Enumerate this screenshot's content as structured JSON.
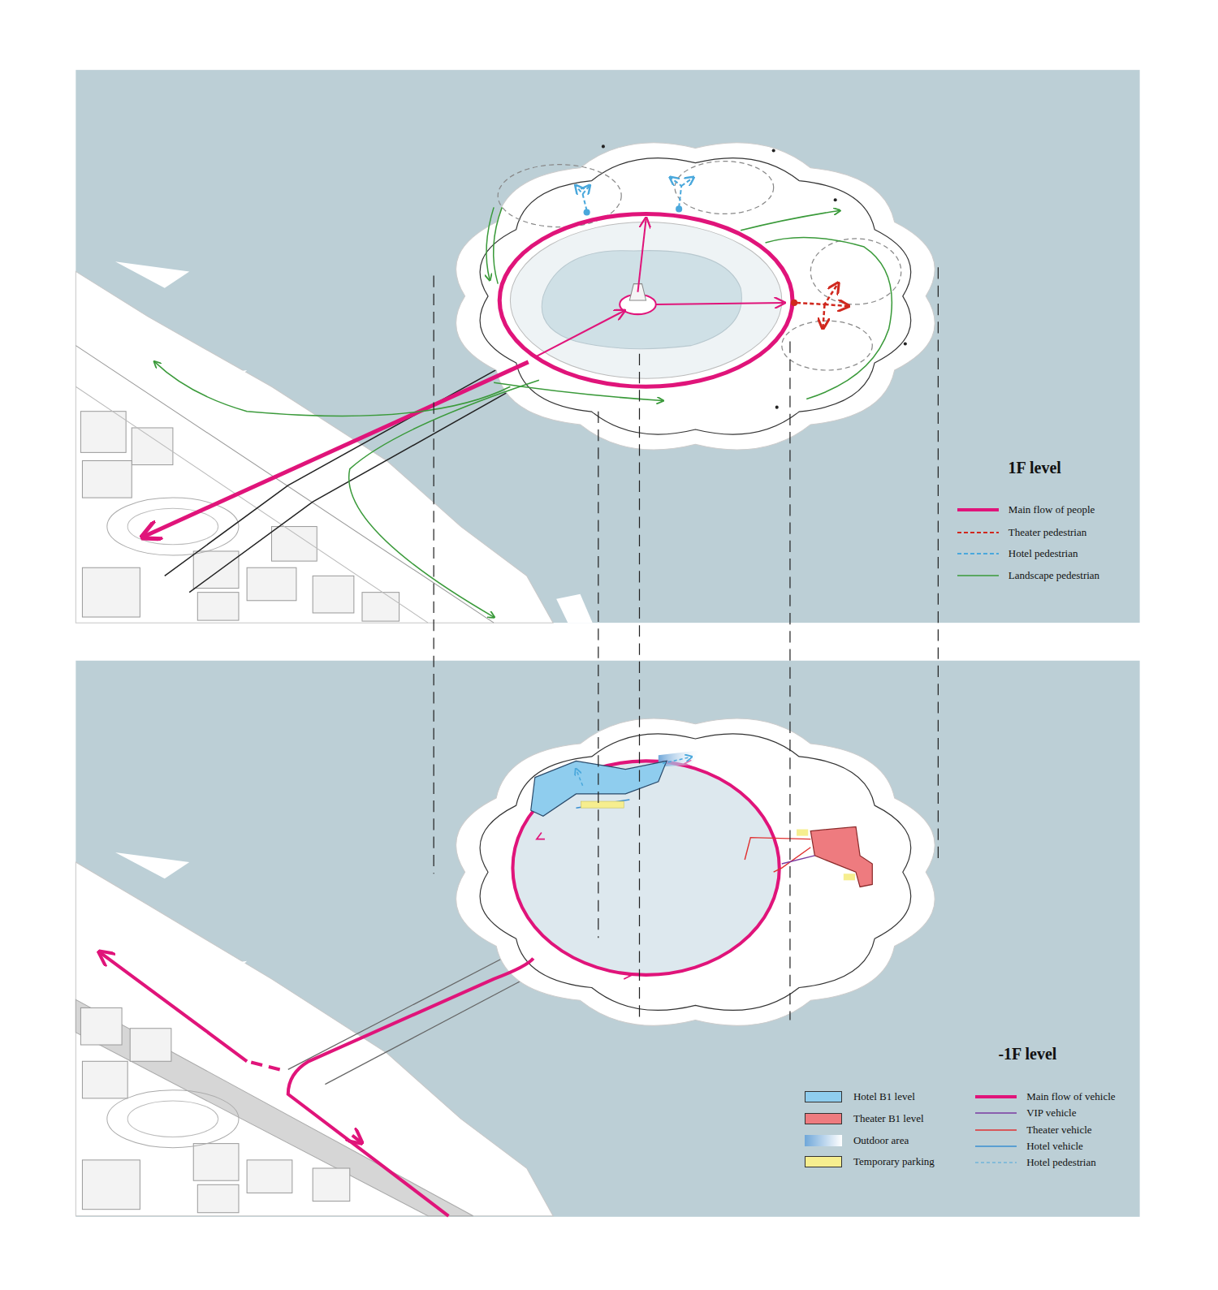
{
  "diagram": {
    "labels": [
      "1F level",
      "-1F level"
    ],
    "legend": [
      {
        "text": "Main flow of people"
      },
      {
        "text": "Theater pedestrian"
      },
      {
        "text": "Hotel pedestrian"
      },
      {
        "text": "Landscape pedestrian"
      },
      {
        "text": "Hotel B1 level",
        "color": "#8fcdee"
      },
      {
        "text": "Theater B1 level",
        "color": "#ee7b7f"
      },
      {
        "text": "Outdoor area",
        "color": "#6fa7d9"
      },
      {
        "text": "Temporary parking",
        "color": "#f6ee8f"
      },
      {
        "text": "Main flow of vehicle"
      },
      {
        "text": "VIP vehicle"
      },
      {
        "text": "Theater vehicle"
      },
      {
        "text": "Hotel vehicle"
      },
      {
        "text": "Hotel pedestrian"
      }
    ]
  }
}
